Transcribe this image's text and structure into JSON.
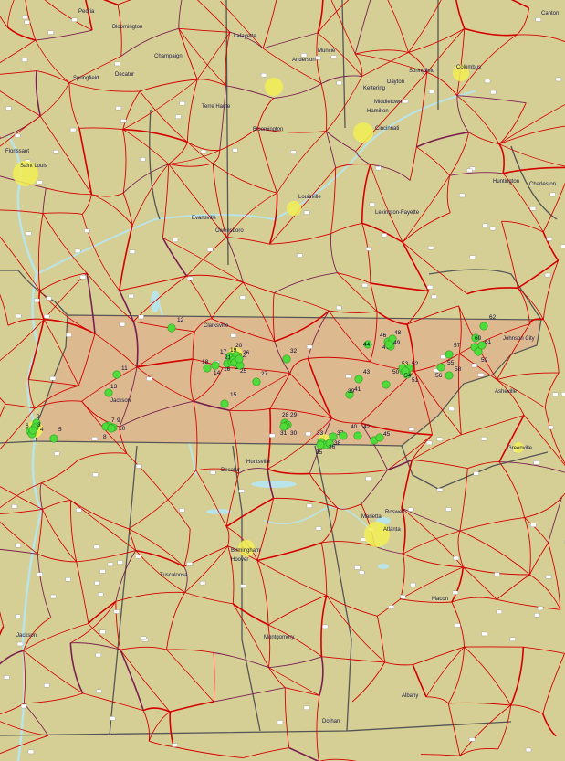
{
  "map": {
    "colors": {
      "land": "#d6cf95",
      "tennessee": "#dcb98e",
      "road_primary": "#d40000",
      "road_interstate": "#7a2050",
      "state_border": "#555555",
      "water": "#b8e4ea",
      "urban": "#f2ee55",
      "marker": "#4fdc3a",
      "label": "#1a1a4a"
    },
    "cities": [
      {
        "id": "peoria",
        "name": "Peoria"
      },
      {
        "id": "bloomington-il",
        "name": "Bloomington"
      },
      {
        "id": "lafayette",
        "name": "Lafayette"
      },
      {
        "id": "muncie",
        "name": "Muncie"
      },
      {
        "id": "champaign",
        "name": "Champaign"
      },
      {
        "id": "anderson",
        "name": "Anderson"
      },
      {
        "id": "springfield-il",
        "name": "Springfield"
      },
      {
        "id": "decatur-il",
        "name": "Decatur"
      },
      {
        "id": "springfield-oh",
        "name": "Springfield"
      },
      {
        "id": "columbus",
        "name": "Columbus"
      },
      {
        "id": "canton",
        "name": "Canton"
      },
      {
        "id": "kettering",
        "name": "Kettering"
      },
      {
        "id": "dayton",
        "name": "Dayton"
      },
      {
        "id": "middletown",
        "name": "Middletown"
      },
      {
        "id": "terre-haute",
        "name": "Terre Haute"
      },
      {
        "id": "hamilton",
        "name": "Hamilton"
      },
      {
        "id": "cincinnati",
        "name": "Cincinnati"
      },
      {
        "id": "bloomington-in",
        "name": "Bloomington"
      },
      {
        "id": "florissant",
        "name": "Florissant"
      },
      {
        "id": "saint-louis",
        "name": "Saint Louis"
      },
      {
        "id": "huntington",
        "name": "Huntington"
      },
      {
        "id": "charleston",
        "name": "Charleston"
      },
      {
        "id": "louisville",
        "name": "Louisville"
      },
      {
        "id": "lexington",
        "name": "Lexington-Fayette"
      },
      {
        "id": "evansville",
        "name": "Evansville"
      },
      {
        "id": "owensboro",
        "name": "Owensboro"
      },
      {
        "id": "clarksville",
        "name": "Clarksville"
      },
      {
        "id": "johnson-city",
        "name": "Johnson City"
      },
      {
        "id": "jackson-tn",
        "name": "Jackson"
      },
      {
        "id": "asheville",
        "name": "Asheville"
      },
      {
        "id": "greenville",
        "name": "Greenville"
      },
      {
        "id": "huntsville",
        "name": "Huntsville"
      },
      {
        "id": "decatur-al",
        "name": "Decatur"
      },
      {
        "id": "marietta",
        "name": "Marietta"
      },
      {
        "id": "roswell",
        "name": "Roswell"
      },
      {
        "id": "atlanta",
        "name": "Atlanta"
      },
      {
        "id": "birmingham",
        "name": "Birmingham"
      },
      {
        "id": "hoover",
        "name": "Hoover"
      },
      {
        "id": "tuscaloosa",
        "name": "Tuscaloosa"
      },
      {
        "id": "macon",
        "name": "Macon"
      },
      {
        "id": "jackson-ms",
        "name": "Jackson"
      },
      {
        "id": "montgomery",
        "name": "Montgomery"
      },
      {
        "id": "albany",
        "name": "Albany"
      },
      {
        "id": "dothan",
        "name": "Dothan"
      }
    ],
    "markers": [
      "1",
      "2",
      "3",
      "4",
      "5",
      "6",
      "7",
      "8",
      "9",
      "10",
      "11",
      "12",
      "13",
      "14",
      "15",
      "16",
      "17",
      "18",
      "19",
      "20",
      "21",
      "22",
      "23",
      "24",
      "25",
      "26",
      "27",
      "28",
      "29",
      "30",
      "31",
      "32",
      "33",
      "34",
      "35",
      "36",
      "37",
      "38",
      "39",
      "40",
      "41",
      "42",
      "43",
      "44",
      "45",
      "46",
      "47",
      "48",
      "49",
      "50",
      "51",
      "52",
      "53",
      "54",
      "55",
      "56",
      "57",
      "58",
      "59",
      "60",
      "61",
      "62"
    ]
  }
}
